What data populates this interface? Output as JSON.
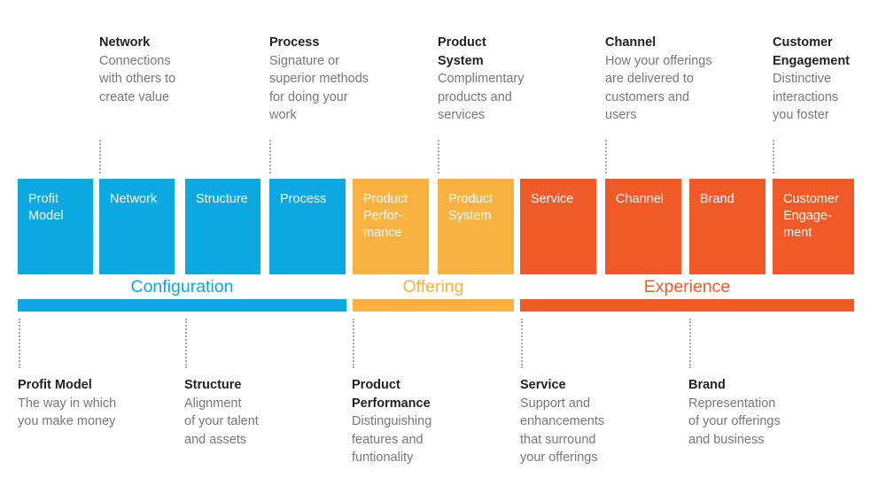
{
  "colors": {
    "configuration": "#0BA8E2",
    "offering": "#F7B242",
    "experience": "#F05A28",
    "heading_text": "#231f20",
    "body_text": "#77787b",
    "dotted_line": "#a7a9ac"
  },
  "top_callouts": [
    {
      "title": "Network",
      "description": "Connections\nwith others to\ncreate value"
    },
    {
      "title": "Process",
      "description": "Signature or\nsuperior methods\nfor doing your\nwork"
    },
    {
      "title": "Product\nSystem",
      "description": "Complimentary\nproducts and\nservices"
    },
    {
      "title": "Channel",
      "description": "How your offerings\nare delivered to\ncustomers and\nusers"
    },
    {
      "title": "Customer\nEngagement",
      "description": "Distinctive\ninteractions\nyou foster"
    }
  ],
  "bottom_callouts": [
    {
      "title": "Profit Model",
      "description": "The way in which\nyou make money"
    },
    {
      "title": "Structure",
      "description": "Alignment\nof your talent\nand assets"
    },
    {
      "title": "Product\nPerformance",
      "description": "Distinguishing\nfeatures and\nfuntionality"
    },
    {
      "title": "Service",
      "description": "Support and\nenhancements\nthat surround\nyour offerings"
    },
    {
      "title": "Brand",
      "description": "Representation\nof your offerings\nand business"
    }
  ],
  "boxes": [
    {
      "label": "Profit\nModel",
      "category": "Configuration"
    },
    {
      "label": "Network",
      "category": "Configuration"
    },
    {
      "label": "Structure",
      "category": "Configuration"
    },
    {
      "label": "Process",
      "category": "Configuration"
    },
    {
      "label": "Product\nPerfor-\nmance",
      "category": "Offering"
    },
    {
      "label": "Product\nSystem",
      "category": "Offering"
    },
    {
      "label": "Service",
      "category": "Experience"
    },
    {
      "label": "Channel",
      "category": "Experience"
    },
    {
      "label": "Brand",
      "category": "Experience"
    },
    {
      "label": "Customer\nEngage-\nment",
      "category": "Experience"
    }
  ],
  "groups": [
    {
      "label": "Configuration",
      "color": "#0BA8E2"
    },
    {
      "label": "Offering",
      "color": "#F7B242"
    },
    {
      "label": "Experience",
      "color": "#F05A28"
    }
  ]
}
